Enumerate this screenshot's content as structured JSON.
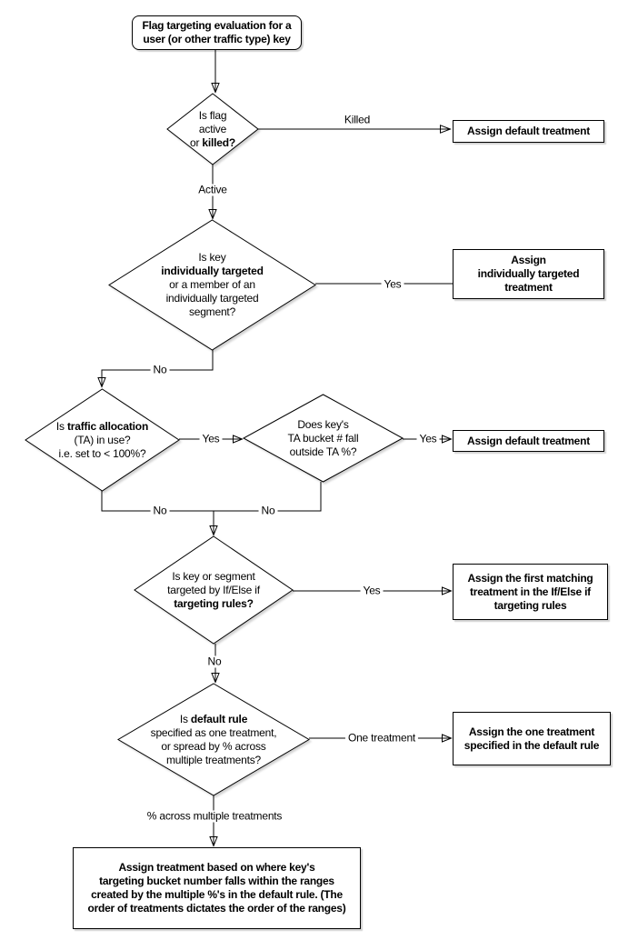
{
  "nodes": {
    "start": {
      "line1": "Flag targeting evaluation for a",
      "line2": "user (or other traffic type) key"
    },
    "flag_active": {
      "l1": "Is flag",
      "l2": "active",
      "l3_pre": "or ",
      "l3_bold": "killed?"
    },
    "individually_targeted": {
      "l1": "Is key",
      "l2_bold": "individually targeted",
      "l3": "or a member of an",
      "l4": "individually targeted",
      "l5": "segment?"
    },
    "traffic_allocation": {
      "l1_pre": "Is ",
      "l1_bold": "traffic allocation",
      "l2": "(TA) in use?",
      "l3": "i.e. set to < 100%?"
    },
    "ta_bucket": {
      "l1": "Does key's",
      "l2": "TA bucket # fall",
      "l3": "outside TA %?"
    },
    "targeting_rules": {
      "l1": "Is key or segment",
      "l2": "targeted by If/Else if",
      "l3_bold": "targeting rules?"
    },
    "default_rule": {
      "l1_pre": "Is ",
      "l1_bold": "default rule",
      "l2": "specified as one treatment,",
      "l3": "or spread by % across",
      "l4": "multiple treatments?"
    },
    "assign_default_1": {
      "text": "Assign default treatment"
    },
    "assign_individual": {
      "l1": "Assign",
      "l2": "individually targeted",
      "l3": "treatment"
    },
    "assign_default_2": {
      "text": "Assign default treatment"
    },
    "assign_first_matching": {
      "l1": "Assign the first matching",
      "l2": "treatment in the If/Else if",
      "l3": "targeting rules"
    },
    "assign_one_treatment": {
      "l1": "Assign the one treatment",
      "l2": "specified in the default rule"
    },
    "assign_ranges": {
      "l1": "Assign treatment based on where key's",
      "l2": "targeting bucket number falls within the ranges",
      "l3": "created by the multiple %'s in the default rule. (The",
      "l4": "order of treatments dictates the order of the ranges)"
    }
  },
  "edge_labels": {
    "killed": "Killed",
    "active": "Active",
    "yes_individual": "Yes",
    "no_traffic": "No",
    "yes_bucket": "Yes",
    "yes_default": "Yes",
    "no_left": "No",
    "no_right": "No",
    "yes_rules": "Yes",
    "no_rules": "No",
    "one_treatment": "One treatment",
    "pct_multiple": "% across multiple treatments"
  },
  "colors": {
    "stroke": "#000000",
    "background": "#ffffff",
    "text": "#000000"
  }
}
